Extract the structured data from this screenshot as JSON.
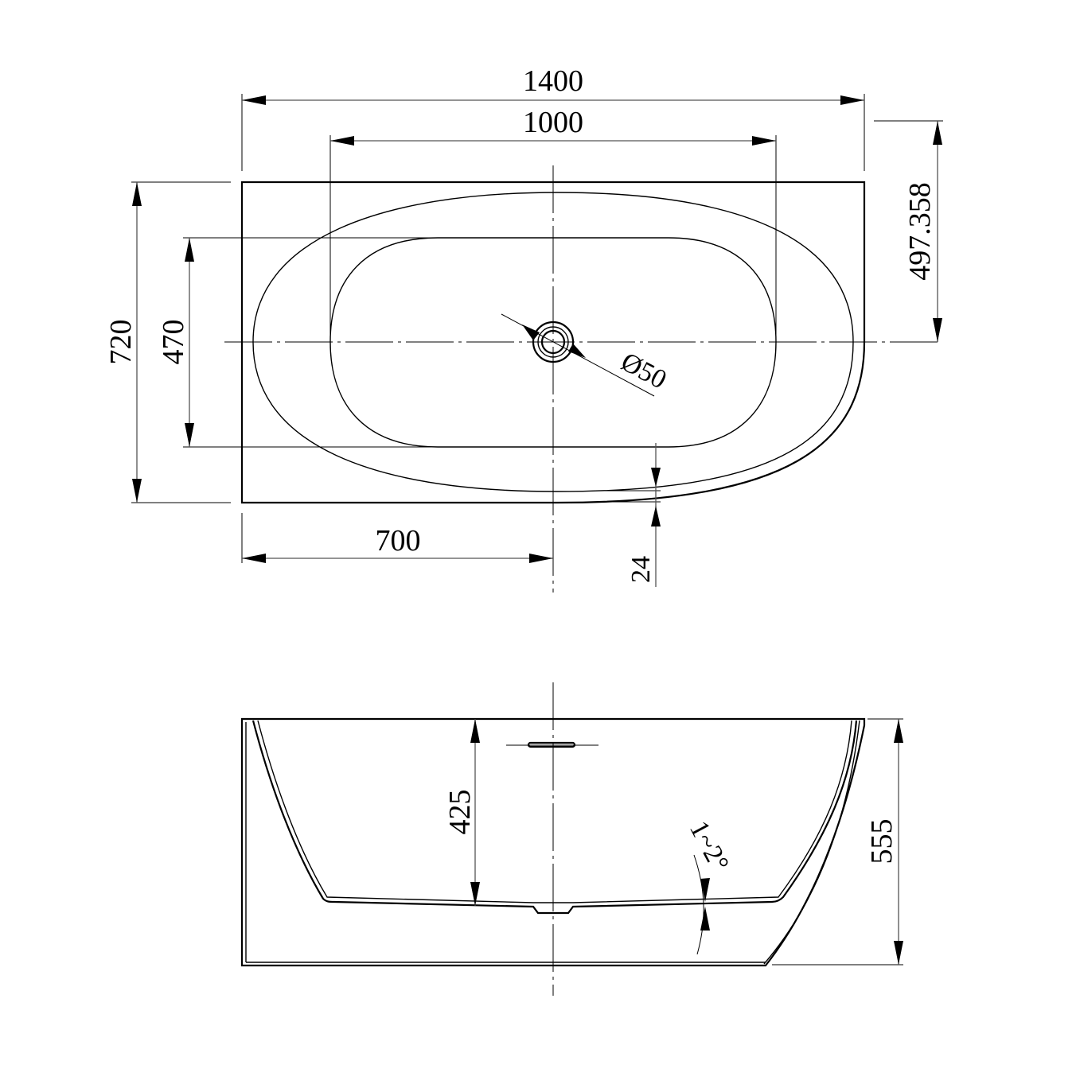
{
  "drawing": {
    "title": "Bathtub technical drawing",
    "colors": {
      "line": "#000000",
      "dimension": "#555555",
      "background": "#ffffff"
    },
    "top_view": {
      "overall_length": "1400",
      "basin_length": "1000",
      "overall_width": "720",
      "basin_width": "470",
      "center_offset": "700",
      "drain_offset": "497.358",
      "drain_diameter": "Ø50",
      "rim_step": "24"
    },
    "side_view": {
      "inner_depth": "425",
      "overall_height": "555",
      "floor_slope": "1~2°"
    }
  }
}
